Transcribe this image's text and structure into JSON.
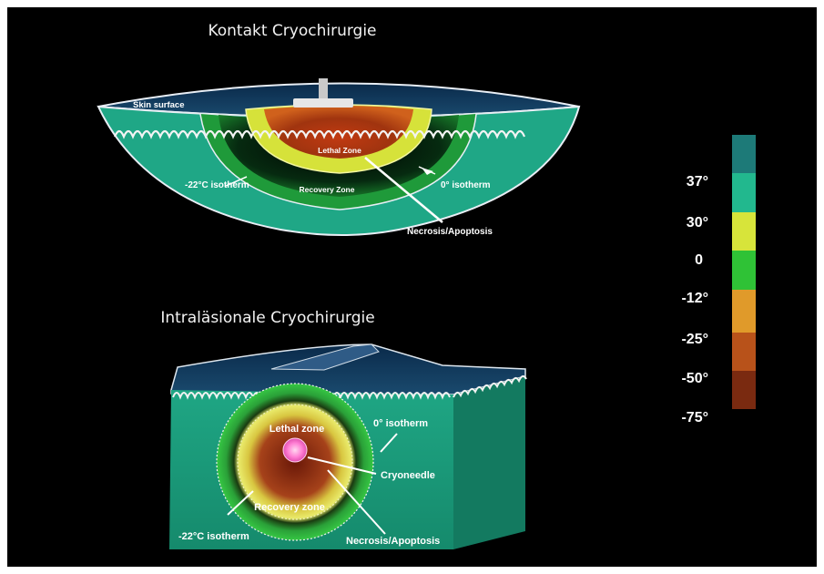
{
  "titles": {
    "contact": "Kontakt Cryochirurgie",
    "intralesional": "Intraläsionale Cryochirurgie"
  },
  "contact_labels": {
    "skin_surface": "Skin surface",
    "lethal_zone": "Lethal Zone",
    "recovery_zone": "Recovery Zone",
    "isotherm_minus22": "-22°C isotherm",
    "isotherm_zero": "0° isotherm",
    "necrosis": "Necrosis/Apoptosis"
  },
  "intralesional_labels": {
    "lethal_zone": "Lethal zone",
    "isotherm_zero": "0° isotherm",
    "cryoneedle": "Cryoneedle",
    "recovery_zone": "Recovery zone",
    "isotherm_minus22": "-22°C isotherm",
    "necrosis": "Necrosis/Apoptosis"
  },
  "temperature_scale": {
    "labels": [
      "37°",
      "30°",
      "0",
      "-12°",
      "-25°",
      "-50°",
      "-75°"
    ],
    "colors": [
      "#1d7a78",
      "#22b88e",
      "#d7e43a",
      "#2fc236",
      "#e09a2a",
      "#b8521a",
      "#7a2a10"
    ]
  }
}
